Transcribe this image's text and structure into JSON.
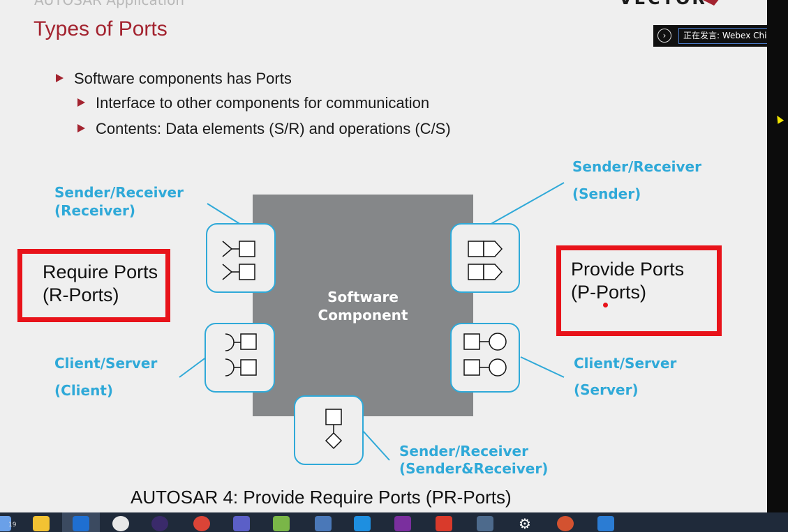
{
  "header": {
    "app_title": "AUTOSAR Application",
    "brand": "VECTOR",
    "slide_title": "Types of Ports"
  },
  "webex": {
    "button_icon": "chevron-right-icon",
    "speaking_text": "正在发言:  Webex Chin"
  },
  "bullets": [
    {
      "text": "Software components has Ports"
    },
    {
      "text": "Interface to other components for communication"
    },
    {
      "text": "Contents: Data elements (S/R) and operations (C/S)"
    }
  ],
  "diagram": {
    "component": "Software Component",
    "component_line1": "Software",
    "component_line2": "Component",
    "labels": {
      "sr_receiver_1": "Sender/Receiver",
      "sr_receiver_2": "(Receiver)",
      "sr_sender_1": "Sender/Receiver",
      "sr_sender_2": "(Sender)",
      "cs_client_1": "Client/Server",
      "cs_client_2": "(Client)",
      "cs_server_1": "Client/Server",
      "cs_server_2": "(Server)",
      "sr_both_1": "Sender/Receiver",
      "sr_both_2": "(Sender&Receiver)"
    }
  },
  "annotations": {
    "require_1": "Require Ports",
    "require_2": "(R-Ports)",
    "provide_1": "Provide Ports",
    "provide_2": "(P-Ports)"
  },
  "footer": "AUTOSAR 4: Provide Require Ports (PR-Ports)",
  "taskbar": {
    "badge": "19",
    "icons": [
      "search-icon",
      "file-explorer-icon",
      "outlook-icon",
      "obs-icon",
      "eclipse-icon",
      "chrome-icon",
      "teams-icon",
      "notepad-plus-icon",
      "virtualbox-icon",
      "vscode-icon",
      "onenote-icon",
      "pdf-icon",
      "calculator-icon",
      "settings-gear-icon",
      "powerpoint-icon",
      "outlook-contacts-icon"
    ]
  },
  "colors": {
    "title_red": "#a3232f",
    "label_blue": "#2fa9d8",
    "highlight_red": "#e8131a",
    "component_gray": "#858789"
  }
}
